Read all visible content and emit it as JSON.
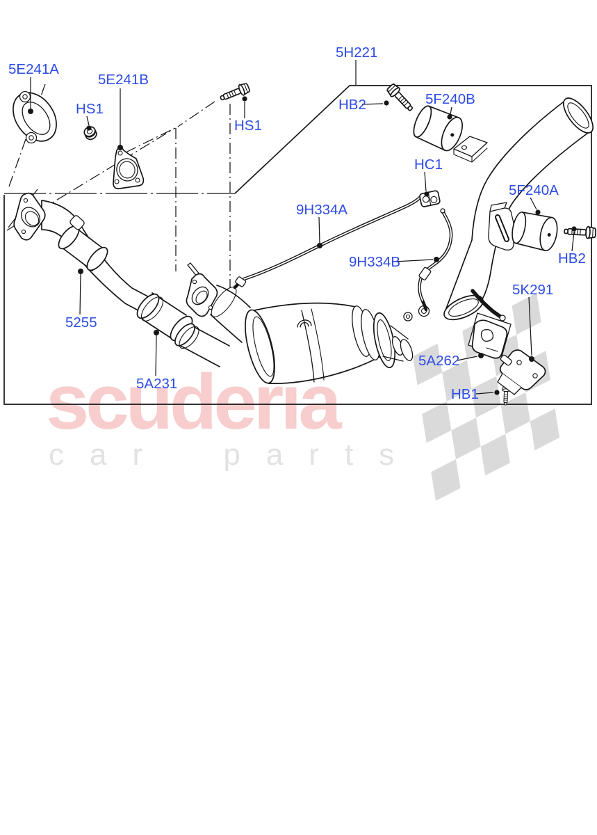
{
  "colors": {
    "background": "#ffffff",
    "line": "#161616",
    "label_blue": "#2d4be6",
    "watermark_pink": "#f7cdcd",
    "watermark_gray": "#e2e2e2",
    "flag_gray": "#dadada"
  },
  "watermark": {
    "brand": "scuderia",
    "tagline": "car parts"
  },
  "diagram": {
    "type": "exploded-parts-diagram",
    "subject": "exhaust front pipe and catalytic converter assembly",
    "part_labels": [
      {
        "id": "5E241A",
        "text": "5E241A"
      },
      {
        "id": "5E241B",
        "text": "5E241B"
      },
      {
        "id": "HS1-nut",
        "text": "HS1"
      },
      {
        "id": "HS1-bolt",
        "text": "HS1"
      },
      {
        "id": "5H221",
        "text": "5H221"
      },
      {
        "id": "HB2-left",
        "text": "HB2"
      },
      {
        "id": "5F240B",
        "text": "5F240B"
      },
      {
        "id": "HC1",
        "text": "HC1"
      },
      {
        "id": "5F240A",
        "text": "5F240A"
      },
      {
        "id": "HB2-right",
        "text": "HB2"
      },
      {
        "id": "9H334A",
        "text": "9H334A"
      },
      {
        "id": "9H334B",
        "text": "9H334B"
      },
      {
        "id": "5K291",
        "text": "5K291"
      },
      {
        "id": "5A262",
        "text": "5A262"
      },
      {
        "id": "HB1",
        "text": "HB1"
      },
      {
        "id": "5255",
        "text": "5255"
      },
      {
        "id": "5A231",
        "text": "5A231"
      }
    ]
  }
}
